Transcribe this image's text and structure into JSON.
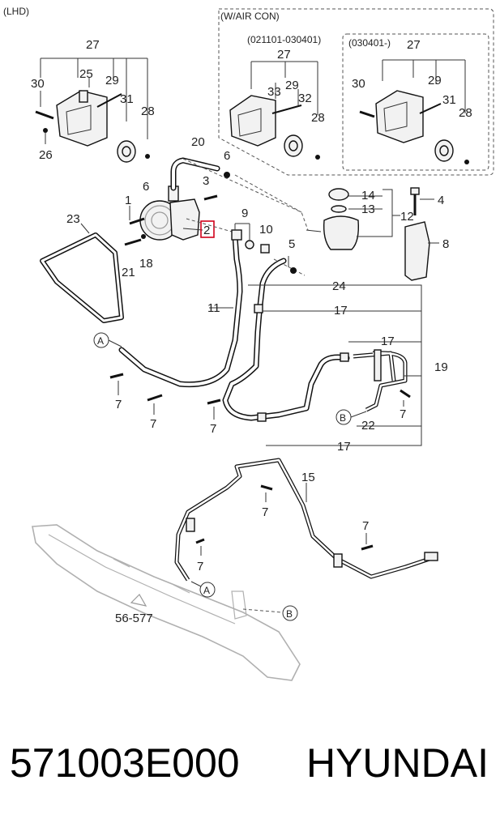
{
  "variant_label": "(LHD)",
  "aircon_box": {
    "title": "(W/AIR CON)",
    "range1": "(021101-030401)",
    "range2": "(030401-)"
  },
  "callouts": {
    "c27a": "27",
    "c25": "25",
    "c30a": "30",
    "c29a": "29",
    "c31a": "31",
    "c28a": "28",
    "c26": "26",
    "c27b": "27",
    "c33": "33",
    "c29b": "29",
    "c32": "32",
    "c28b": "28",
    "c27c": "27",
    "c30b": "30",
    "c29c": "29",
    "c31b": "31",
    "c28c": "28",
    "c20": "20",
    "c6a": "6",
    "c6b": "6",
    "c3": "3",
    "c1": "1",
    "c2": "2",
    "c23": "23",
    "c21": "21",
    "c18": "18",
    "c9": "9",
    "c10": "10",
    "c5": "5",
    "c11": "11",
    "c14": "14",
    "c13": "13",
    "c12": "12",
    "c4": "4",
    "c8": "8",
    "c24": "24",
    "c17a": "17",
    "c17b": "17",
    "c17c": "17",
    "c19": "19",
    "c22": "22",
    "c7a": "7",
    "c7b": "7",
    "c7c": "7",
    "c7d": "7",
    "c7e": "7",
    "c7f": "7",
    "c7g": "7",
    "c15": "15",
    "c56577": "56-577",
    "refA1": "A",
    "refA2": "A",
    "refB1": "B",
    "refB2": "B"
  },
  "highlight_color": "#d0021b",
  "footer": {
    "part_number": "571003E000",
    "brand": "HYUNDAI"
  }
}
